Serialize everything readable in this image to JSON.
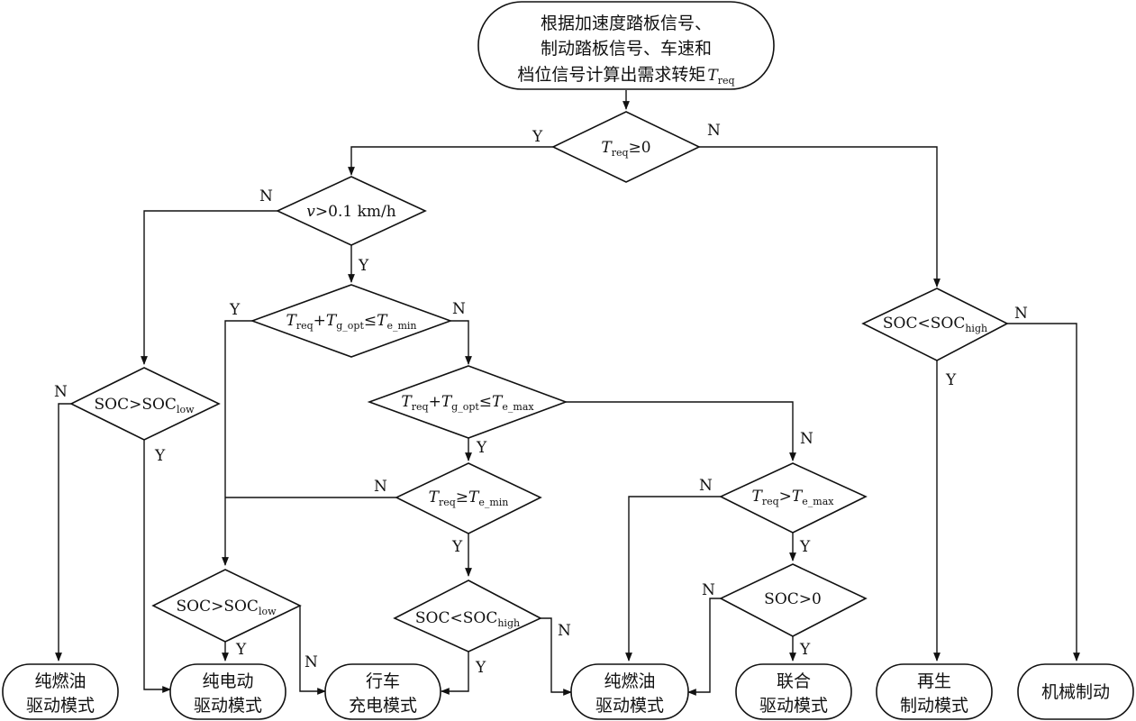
{
  "start": {
    "line1": "根据加速度踏板信号、",
    "line2": "制动踏板信号、车速和",
    "line3_main": "档位信号计算出需求转矩",
    "line3_T": "T",
    "line3_sub": "req"
  },
  "decisions": {
    "d_treq": {
      "T": "T",
      "sub": "req",
      "rest": "≥0"
    },
    "d_speed": {
      "v": "v",
      "rest": ">0.1 km/h"
    },
    "d_emin": {
      "T1": "T",
      "s1": "req",
      "plus": "+",
      "T2": "T",
      "s2": "g_opt",
      "op": "≤",
      "T3": "T",
      "s3": "e_min"
    },
    "d_emax": {
      "T1": "T",
      "s1": "req",
      "plus": "+",
      "T2": "T",
      "s2": "g_opt",
      "op": "≤",
      "T3": "T",
      "s3": "e_max"
    },
    "d_soc_low_left": {
      "main": "SOC>SOC",
      "sub": "low"
    },
    "d_treq_ge_emin": {
      "T1": "T",
      "s1": "req",
      "op": "≥",
      "T2": "T",
      "s2": "e_min"
    },
    "d_treq_gt_emax": {
      "T1": "T",
      "s1": "req",
      "op": ">",
      "T2": "T",
      "s2": "e_max"
    },
    "d_soc_high_right": {
      "main": "SOC<SOC",
      "sub": "high"
    },
    "d_soc_low_mid": {
      "main": "SOC>SOC",
      "sub": "low"
    },
    "d_soc_high_mid": {
      "main": "SOC<SOC",
      "sub": "high"
    },
    "d_soc_zero": {
      "main": "SOC>0"
    }
  },
  "modes": {
    "m_fuel_left": {
      "line1": "纯燃油",
      "line2": "驱动模式"
    },
    "m_electric": {
      "line1": "纯电动",
      "line2": "驱动模式"
    },
    "m_charge": {
      "line1": "行车",
      "line2": "充电模式"
    },
    "m_fuel_mid": {
      "line1": "纯燃油",
      "line2": "驱动模式"
    },
    "m_combined": {
      "line1": "联合",
      "line2": "驱动模式"
    },
    "m_regen": {
      "line1": "再生",
      "line2": "制动模式"
    },
    "m_mech": {
      "line1": "机械制动"
    }
  },
  "edge_labels": {
    "y": "Y",
    "n": "N"
  }
}
